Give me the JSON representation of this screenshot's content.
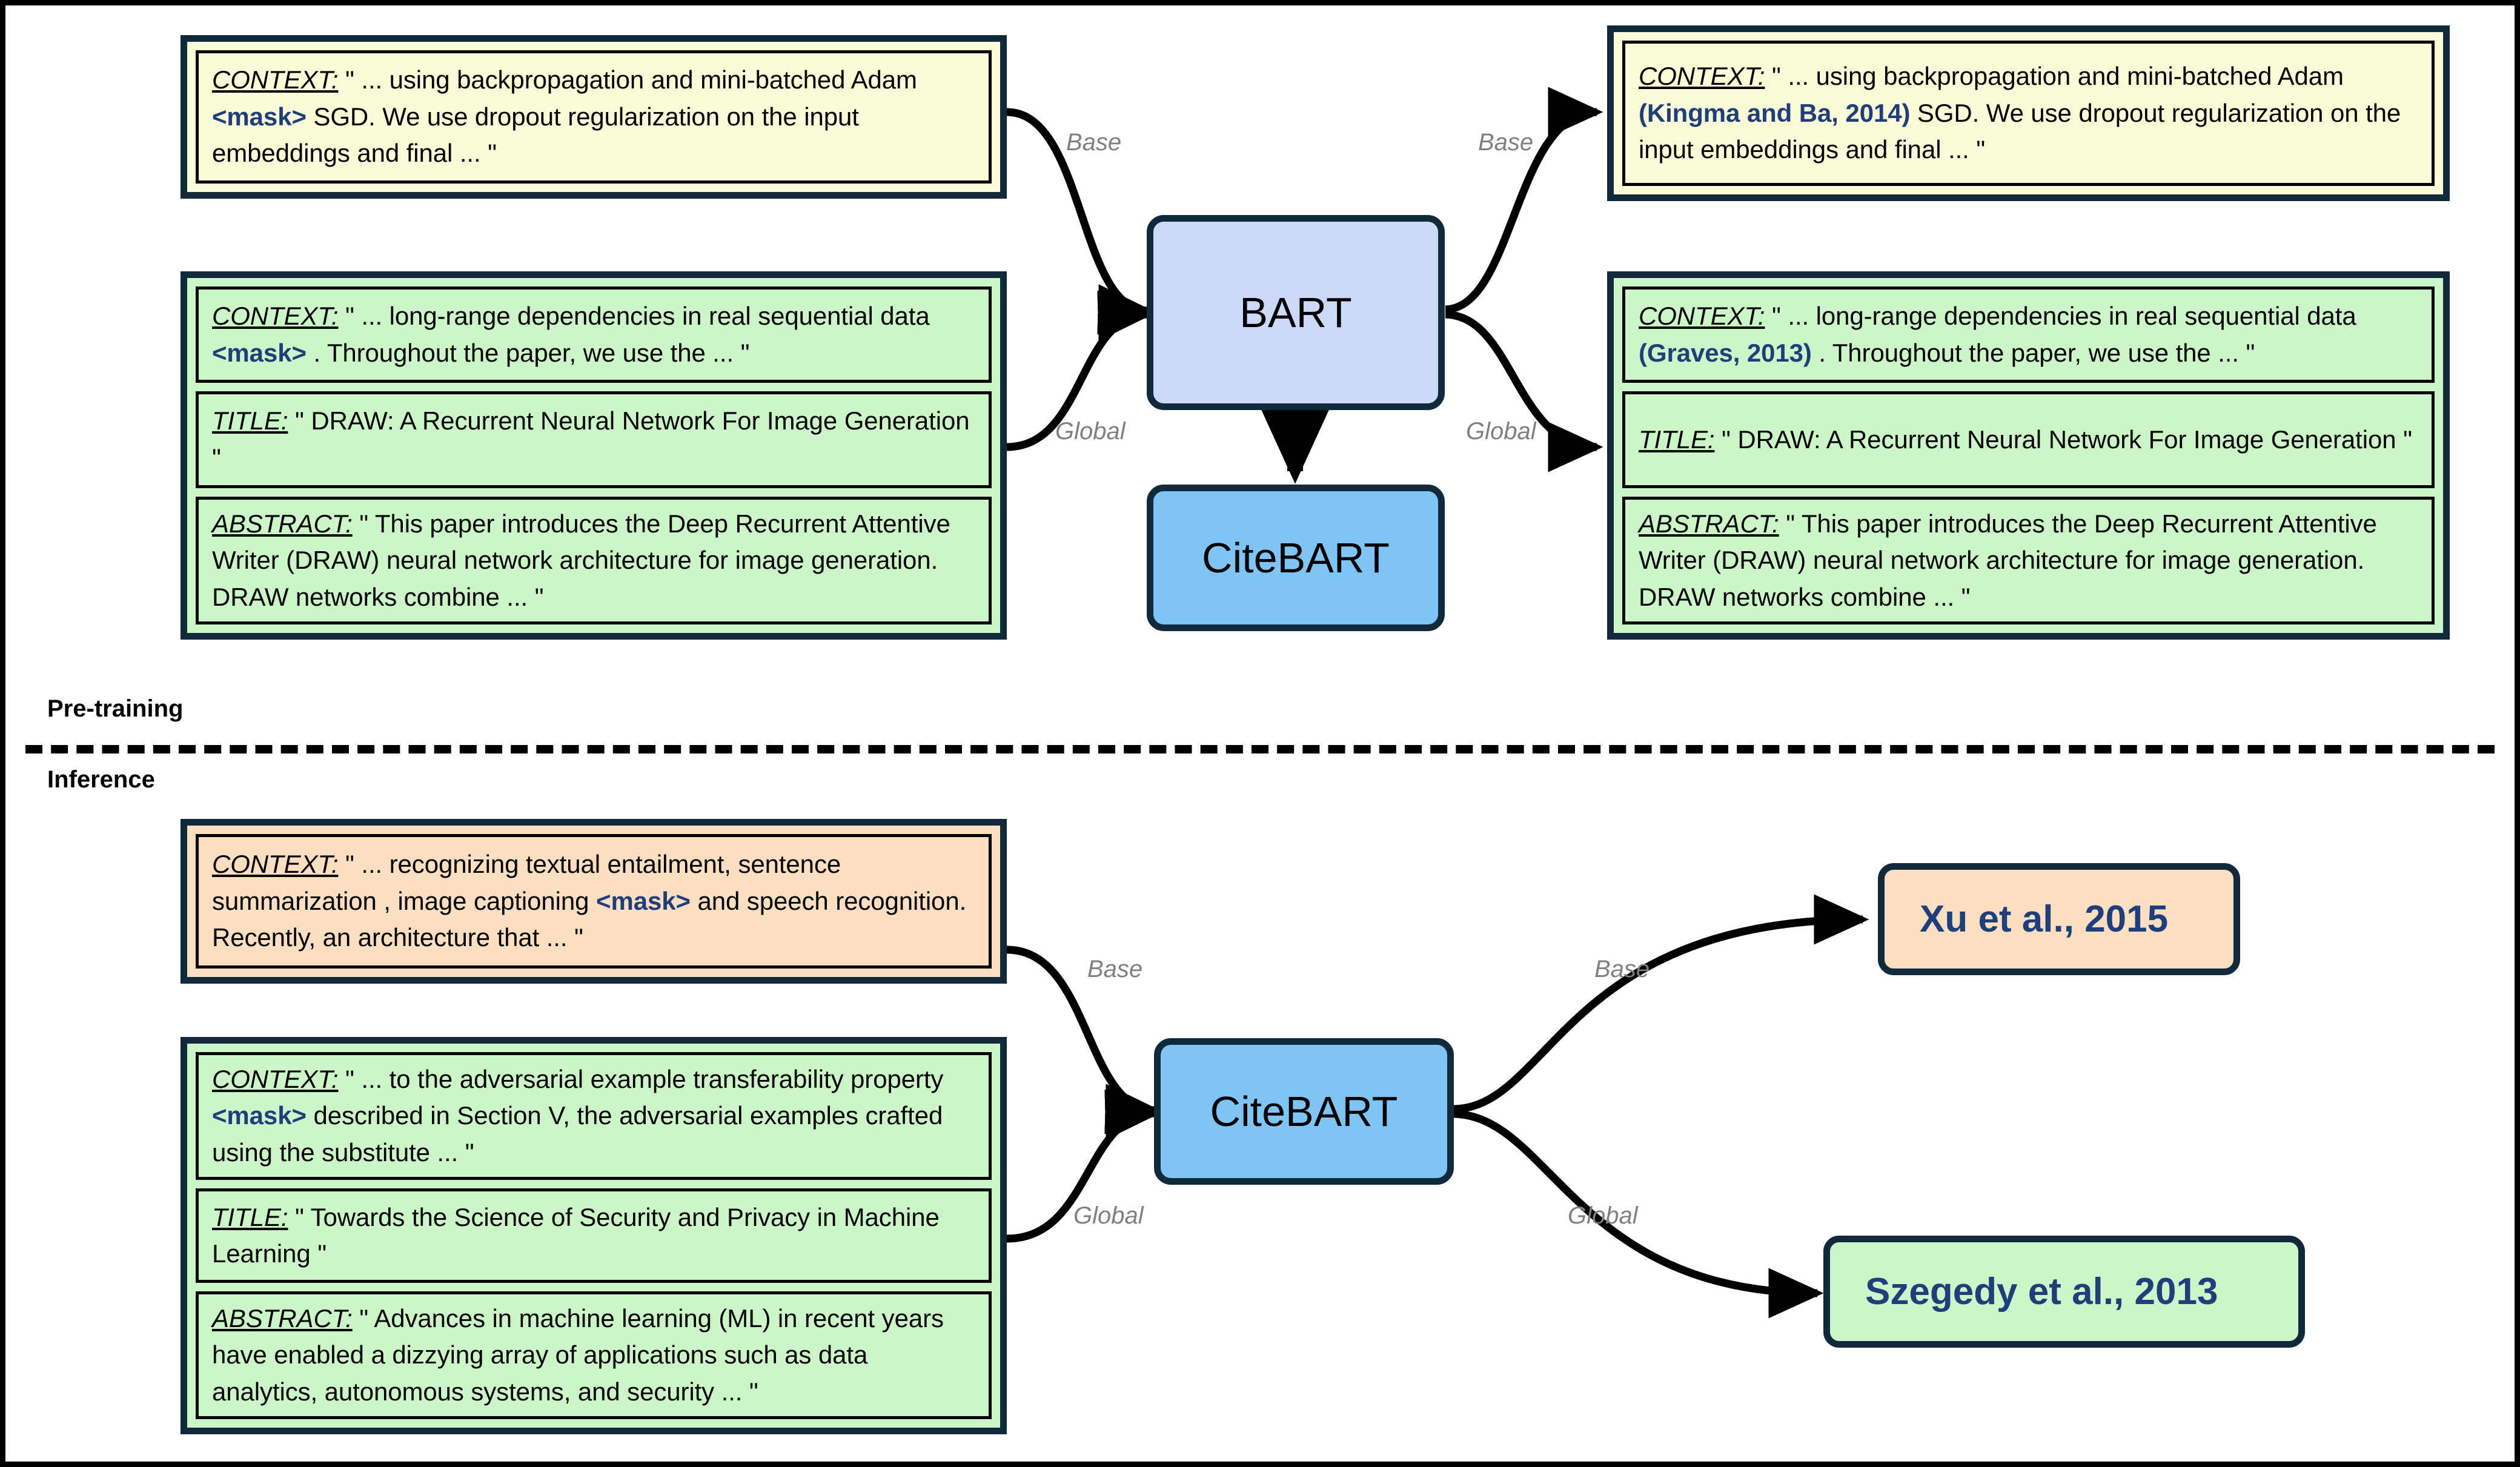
{
  "figure": {
    "title": "CiteBART pre-training and inference overview",
    "colors": {
      "border_navy": "#102A3C",
      "panel_yellow": "#FCFBD8",
      "panel_green": "#CCF6C8",
      "panel_orange": "#FBDFC0",
      "bart_fill": "#CCDAFA",
      "citebart_fill": "#7EC5F5",
      "citation_blue": "#1F3E7C",
      "edge_label_gray": "#808080"
    }
  },
  "sections": {
    "pretraining_label": "Pre-training",
    "inference_label": "Inference"
  },
  "edge_labels": {
    "base": "Base",
    "global": "Global"
  },
  "nodes": {
    "bart": "BART",
    "citebart": "CiteBART",
    "citebart_inference": "CiteBART"
  },
  "field_labels": {
    "context": "CONTEXT:",
    "title": "TITLE:",
    "abstract": "ABSTRACT:"
  },
  "tokens": {
    "mask": "<mask>"
  },
  "pretraining": {
    "input_base": {
      "variant": "yellow",
      "panels": [
        {
          "field": "CONTEXT:",
          "pre": " \" ... using backpropagation and mini-batched Adam ",
          "highlight": "<mask>",
          "highlight_kind": "mask",
          "post": " SGD. We use dropout regularization  on the input embeddings and final ... \""
        }
      ]
    },
    "input_global": {
      "variant": "green",
      "panels": [
        {
          "field": "CONTEXT:",
          "pre": " \" ... long-range dependencies in real sequential data ",
          "highlight": "<mask>",
          "highlight_kind": "mask",
          "post": " . Throughout the paper, we use the ... \""
        },
        {
          "field": "TITLE:",
          "pre": " \" DRAW: A Recurrent Neural Network For Image Generation \"",
          "highlight": "",
          "highlight_kind": "none",
          "post": ""
        },
        {
          "field": "ABSTRACT:",
          "pre": " \" This paper introduces the Deep Recurrent Attentive Writer (DRAW) neural network architecture for image generation. DRAW networks combine ... \"",
          "highlight": "",
          "highlight_kind": "none",
          "post": ""
        }
      ]
    },
    "output_base": {
      "variant": "yellow",
      "panels": [
        {
          "field": "CONTEXT:",
          "pre": " \" ... using backpropagation and mini-batched Adam ",
          "highlight": "(Kingma and Ba, 2014)",
          "highlight_kind": "cite",
          "post": " SGD. We use dropout regularization  on the input embeddings and final ... \""
        }
      ]
    },
    "output_global": {
      "variant": "green",
      "panels": [
        {
          "field": "CONTEXT:",
          "pre": " \" ... long-range dependencies in real sequential data ",
          "highlight": "(Graves, 2013)",
          "highlight_kind": "cite",
          "post": " . Throughout the paper, we use the ... \""
        },
        {
          "field": "TITLE:",
          "pre": " \" DRAW: A Recurrent Neural Network For Image Generation \"",
          "highlight": "",
          "highlight_kind": "none",
          "post": ""
        },
        {
          "field": "ABSTRACT:",
          "pre": " \" This paper introduces the Deep Recurrent Attentive Writer (DRAW) neural network architecture for image generation. DRAW networks combine ... \"",
          "highlight": "",
          "highlight_kind": "none",
          "post": ""
        }
      ]
    }
  },
  "inference": {
    "input_base": {
      "variant": "orange",
      "panels": [
        {
          "field": "CONTEXT:",
          "pre": " \" ... recognizing textual entailment, sentence summarization , image captioning ",
          "highlight": "<mask>",
          "highlight_kind": "mask",
          "post": " and speech recognition. Recently, an architecture that ... \""
        }
      ]
    },
    "input_global": {
      "variant": "green",
      "panels": [
        {
          "field": "CONTEXT:",
          "pre": " \" ... to the adversarial example transferability property  ",
          "highlight": "<mask>",
          "highlight_kind": "mask",
          "post": "  described in Section V, the adversarial examples crafted using the substitute ... \""
        },
        {
          "field": "TITLE:",
          "pre": " \" Towards the Science of Security and Privacy in Machine Learning \"",
          "highlight": "",
          "highlight_kind": "none",
          "post": ""
        },
        {
          "field": "ABSTRACT:",
          "pre": " \" Advances in machine learning (ML) in recent years have enabled a dizzying array of applications such as data analytics, autonomous systems, and security ... \"",
          "highlight": "",
          "highlight_kind": "none",
          "post": ""
        }
      ]
    },
    "result_base": {
      "label": "Xu et al., 2015",
      "variant": "orange"
    },
    "result_global": {
      "label": "Szegedy et al., 2013",
      "variant": "green"
    }
  }
}
